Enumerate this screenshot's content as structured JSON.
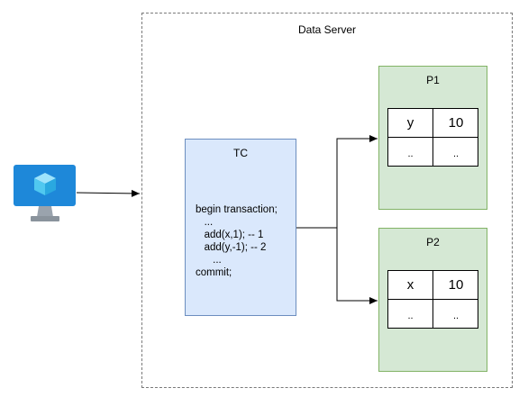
{
  "server": {
    "title": "Data Server"
  },
  "tc": {
    "title": "TC",
    "code": [
      "begin transaction;",
      "   ...",
      "   add(x,1); -- 1",
      "   add(y,-1); -- 2",
      "      ...",
      "commit;"
    ]
  },
  "partitions": [
    {
      "name": "P1",
      "cells": [
        [
          "y",
          "10"
        ],
        [
          "..",
          ".."
        ]
      ]
    },
    {
      "name": "P2",
      "cells": [
        [
          "x",
          "10"
        ],
        [
          "..",
          ".."
        ]
      ]
    }
  ],
  "client": {
    "icon": "virtual-machine-icon"
  },
  "colors": {
    "tc_fill": "#dae8fc",
    "tc_stroke": "#6c8ebf",
    "partition_fill": "#d5e8d4",
    "partition_stroke": "#82b366",
    "monitor": "#1e88d9",
    "cube": "#50c8f0"
  }
}
